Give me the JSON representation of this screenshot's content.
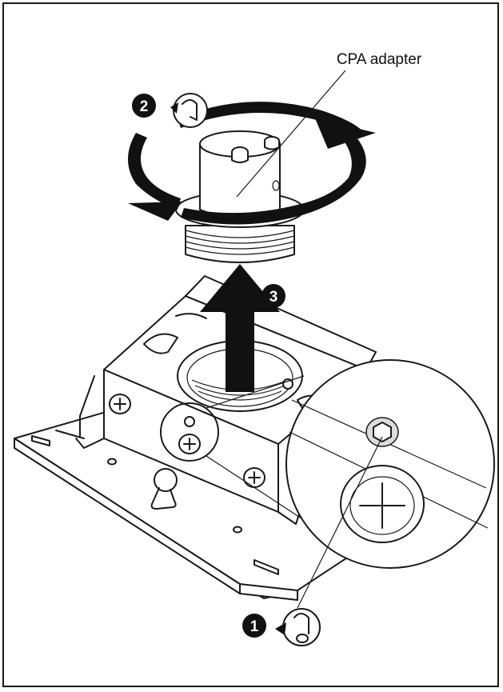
{
  "labels": {
    "adapter": "CPA adapter"
  },
  "steps": [
    {
      "number": "1",
      "icon": "hex-key-icon",
      "direction": "counterclockwise"
    },
    {
      "number": "2",
      "icon": "hex-key-icon",
      "direction": "clockwise"
    },
    {
      "number": "3",
      "icon": "lift-arrow-icon",
      "direction": "up"
    }
  ],
  "colors": {
    "line": "#1a1a1a",
    "fill": "#ffffff",
    "marker": "#111111"
  }
}
